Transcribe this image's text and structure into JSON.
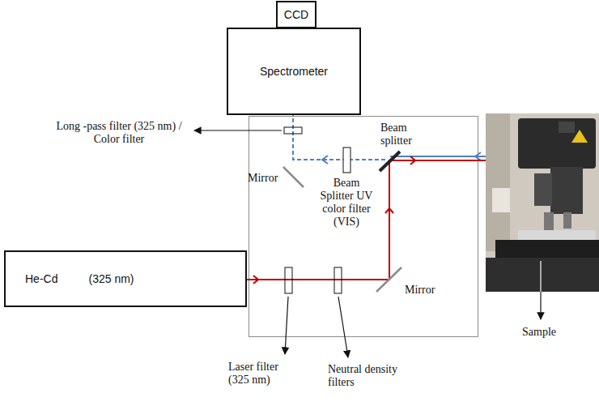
{
  "diagram": {
    "nodes": [
      {
        "text": [
          "CCD"
        ]
      },
      {
        "text": [
          "Spectrometer"
        ]
      },
      {
        "text": [
          "He-Cd",
          "(325 nm)"
        ]
      }
    ],
    "labels": [
      "Long -pass filter (325 nm) / Color filter",
      "Mirror",
      "Beam splitter",
      "Beam Splitter UV color filter (VIS)",
      "Mirror",
      "Laser filter (325 nm)",
      "Neutral density filters",
      "Sample"
    ]
  }
}
